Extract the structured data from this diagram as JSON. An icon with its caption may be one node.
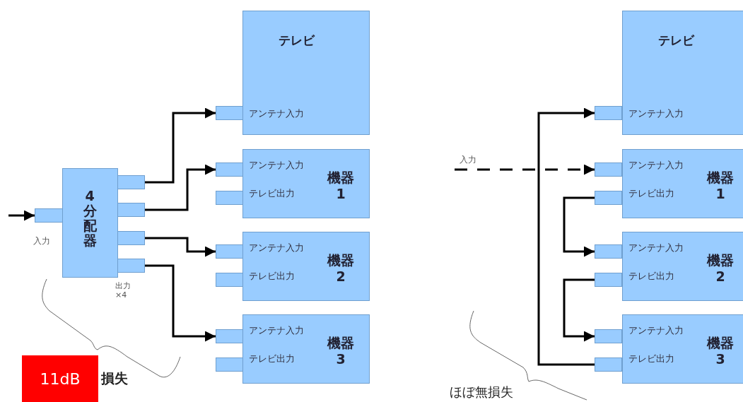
{
  "diagram": {
    "nodes": [
      {
        "text": [
          "テレビ",
          "アンテナ入力"
        ]
      },
      {
        "text": [],
        "shape": "box"
      },
      {
        "text": [
          "アンテナ入力",
          "テレビ出力",
          "機器1"
        ]
      },
      {
        "text": [],
        "shape": "box"
      },
      {
        "text": [],
        "shape": "box"
      },
      {
        "text": [
          "アンテナ入力",
          "テレビ出力",
          "機器2"
        ]
      },
      {
        "text": [],
        "shape": "box"
      },
      {
        "text": [],
        "shape": "box"
      },
      {
        "text": [
          "アンテナ入力",
          "テレビ出力",
          "機器3"
        ]
      },
      {
        "text": [],
        "shape": "box"
      },
      {
        "text": [],
        "shape": "box"
      },
      {
        "text": [
          "4分配器"
        ]
      },
      {
        "text": [],
        "shape": "box",
        "beside": [
          "入力"
        ]
      },
      {
        "text": [],
        "shape": "box"
      },
      {
        "text": [],
        "shape": "box"
      },
      {
        "text": [],
        "shape": "box"
      },
      {
        "text": [],
        "shape": "box"
      },
      {
        "text": [
          "11dB"
        ],
        "beside": [
          "損失"
        ]
      },
      {
        "text": [
          "テレビ",
          "アンテナ入力"
        ]
      },
      {
        "text": [],
        "shape": "box"
      },
      {
        "text": [
          "アンテナ入力",
          "テレビ出力",
          "機器1"
        ]
      },
      {
        "text": [],
        "shape": "box"
      },
      {
        "text": [],
        "shape": "box"
      },
      {
        "text": [
          "アンテナ入力",
          "テレビ出力",
          "機器2"
        ]
      },
      {
        "text": [],
        "shape": "box"
      },
      {
        "text": [],
        "shape": "box"
      },
      {
        "text": [
          "アンテナ入力",
          "テレビ出力",
          "機器3"
        ]
      },
      {
        "text": [],
        "shape": "box"
      },
      {
        "text": [],
        "shape": "box"
      }
    ],
    "edges": [
      {
        "from": null,
        "to": 12,
        "arrow": "to"
      },
      {
        "from": 13,
        "to": 1,
        "arrow": "to"
      },
      {
        "from": 14,
        "to": 3,
        "arrow": "to"
      },
      {
        "from": 15,
        "to": 6,
        "arrow": "to"
      },
      {
        "from": 16,
        "to": 9,
        "arrow": "to"
      },
      {
        "from": null,
        "to": 21,
        "arrow": "to",
        "label": "入力",
        "style": "dashed"
      },
      {
        "from": 28,
        "to": 19,
        "arrow": "to"
      },
      {
        "from": 22,
        "to": 24,
        "arrow": "to"
      },
      {
        "from": 25,
        "to": 27,
        "arrow": "to"
      }
    ],
    "labels": [
      "出力×4",
      "ほぼ無損失"
    ]
  }
}
